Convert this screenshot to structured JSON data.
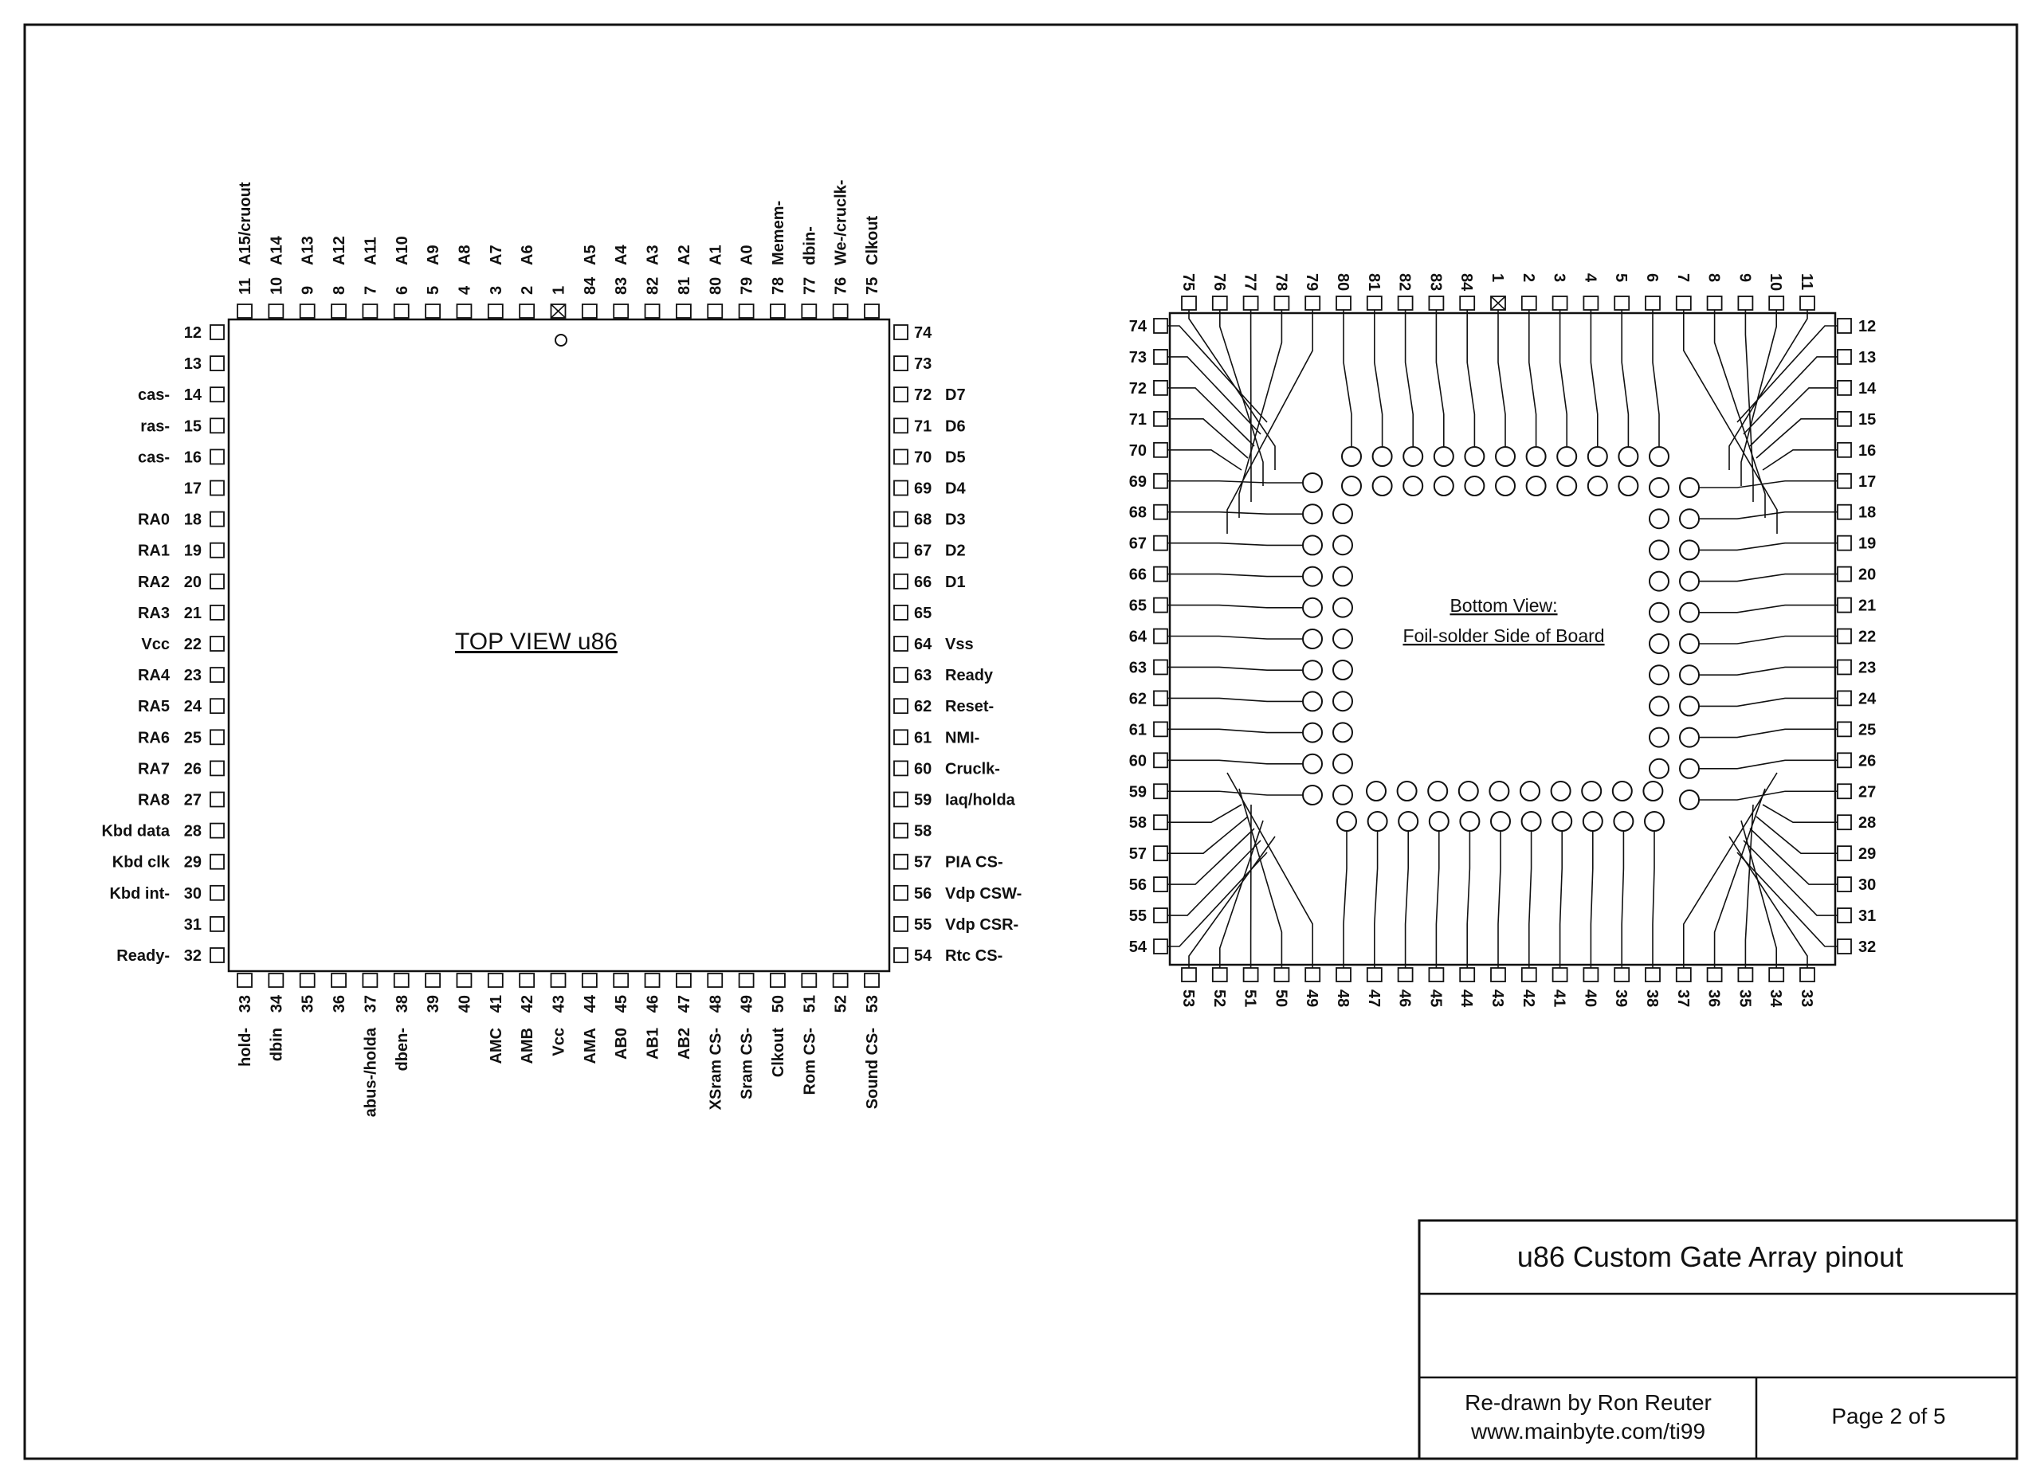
{
  "top_view": {
    "title": "TOP VIEW u86",
    "top_pins": [
      {
        "n": "11",
        "s": "A15/cruout"
      },
      {
        "n": "10",
        "s": "A14"
      },
      {
        "n": "9",
        "s": "A13"
      },
      {
        "n": "8",
        "s": "A12"
      },
      {
        "n": "7",
        "s": "A11"
      },
      {
        "n": "6",
        "s": "A10"
      },
      {
        "n": "5",
        "s": "A9"
      },
      {
        "n": "4",
        "s": "A8"
      },
      {
        "n": "3",
        "s": "A7"
      },
      {
        "n": "2",
        "s": "A6"
      },
      {
        "n": "1",
        "s": ""
      },
      {
        "n": "84",
        "s": "A5"
      },
      {
        "n": "83",
        "s": "A4"
      },
      {
        "n": "82",
        "s": "A3"
      },
      {
        "n": "81",
        "s": "A2"
      },
      {
        "n": "80",
        "s": "A1"
      },
      {
        "n": "79",
        "s": "A0"
      },
      {
        "n": "78",
        "s": "Memem-"
      },
      {
        "n": "77",
        "s": "dbin-"
      },
      {
        "n": "76",
        "s": "We-/cruclk-"
      },
      {
        "n": "75",
        "s": "Clkout"
      }
    ],
    "left_pins": [
      {
        "n": "12",
        "s": ""
      },
      {
        "n": "13",
        "s": ""
      },
      {
        "n": "14",
        "s": "cas-"
      },
      {
        "n": "15",
        "s": "ras-"
      },
      {
        "n": "16",
        "s": "cas-"
      },
      {
        "n": "17",
        "s": ""
      },
      {
        "n": "18",
        "s": "RA0"
      },
      {
        "n": "19",
        "s": "RA1"
      },
      {
        "n": "20",
        "s": "RA2"
      },
      {
        "n": "21",
        "s": "RA3"
      },
      {
        "n": "22",
        "s": "Vcc"
      },
      {
        "n": "23",
        "s": "RA4"
      },
      {
        "n": "24",
        "s": "RA5"
      },
      {
        "n": "25",
        "s": "RA6"
      },
      {
        "n": "26",
        "s": "RA7"
      },
      {
        "n": "27",
        "s": "RA8"
      },
      {
        "n": "28",
        "s": "Kbd  data"
      },
      {
        "n": "29",
        "s": "Kbd  clk"
      },
      {
        "n": "30",
        "s": "Kbd  int-"
      },
      {
        "n": "31",
        "s": ""
      },
      {
        "n": "32",
        "s": "Ready-"
      }
    ],
    "right_pins": [
      {
        "n": "74",
        "s": ""
      },
      {
        "n": "73",
        "s": ""
      },
      {
        "n": "72",
        "s": "D7"
      },
      {
        "n": "71",
        "s": "D6"
      },
      {
        "n": "70",
        "s": "D5"
      },
      {
        "n": "69",
        "s": "D4"
      },
      {
        "n": "68",
        "s": "D3"
      },
      {
        "n": "67",
        "s": "D2"
      },
      {
        "n": "66",
        "s": "D1"
      },
      {
        "n": "65",
        "s": ""
      },
      {
        "n": "64",
        "s": "Vss"
      },
      {
        "n": "63",
        "s": "Ready"
      },
      {
        "n": "62",
        "s": "Reset-"
      },
      {
        "n": "61",
        "s": "NMI-"
      },
      {
        "n": "60",
        "s": "Cruclk-"
      },
      {
        "n": "59",
        "s": "Iaq/holda"
      },
      {
        "n": "58",
        "s": ""
      },
      {
        "n": "57",
        "s": "PIA  CS-"
      },
      {
        "n": "56",
        "s": "Vdp  CSW-"
      },
      {
        "n": "55",
        "s": "Vdp  CSR-"
      },
      {
        "n": "54",
        "s": "Rtc  CS-"
      }
    ],
    "bottom_pins": [
      {
        "n": "33",
        "s": "hold-"
      },
      {
        "n": "34",
        "s": "dbin"
      },
      {
        "n": "35",
        "s": ""
      },
      {
        "n": "36",
        "s": ""
      },
      {
        "n": "37",
        "s": "abus-/holda"
      },
      {
        "n": "38",
        "s": "dben-"
      },
      {
        "n": "39",
        "s": ""
      },
      {
        "n": "40",
        "s": ""
      },
      {
        "n": "41",
        "s": "AMC"
      },
      {
        "n": "42",
        "s": "AMB"
      },
      {
        "n": "43",
        "s": "Vcc"
      },
      {
        "n": "44",
        "s": "AMA"
      },
      {
        "n": "45",
        "s": "AB0"
      },
      {
        "n": "46",
        "s": "AB1"
      },
      {
        "n": "47",
        "s": "AB2"
      },
      {
        "n": "48",
        "s": "XSram  CS-"
      },
      {
        "n": "49",
        "s": "Sram  CS-"
      },
      {
        "n": "50",
        "s": "Clkout"
      },
      {
        "n": "51",
        "s": "Rom  CS-"
      },
      {
        "n": "52",
        "s": ""
      },
      {
        "n": "53",
        "s": "Sound  CS-"
      }
    ]
  },
  "bottom_view": {
    "title_line1": "Bottom View:",
    "title_line2": "Foil-solder Side of Board",
    "top_pins": [
      "75",
      "76",
      "77",
      "78",
      "79",
      "80",
      "81",
      "82",
      "83",
      "84",
      "1",
      "2",
      "3",
      "4",
      "5",
      "6",
      "7",
      "8",
      "9",
      "10",
      "11"
    ],
    "left_pins": [
      "74",
      "73",
      "72",
      "71",
      "70",
      "69",
      "68",
      "67",
      "66",
      "65",
      "64",
      "63",
      "62",
      "61",
      "60",
      "59",
      "58",
      "57",
      "56",
      "55",
      "54"
    ],
    "right_pins": [
      "12",
      "13",
      "14",
      "15",
      "16",
      "17",
      "18",
      "19",
      "20",
      "21",
      "22",
      "23",
      "24",
      "25",
      "26",
      "27",
      "28",
      "29",
      "30",
      "31",
      "32"
    ],
    "bottom_pins": [
      "53",
      "52",
      "51",
      "50",
      "49",
      "48",
      "47",
      "46",
      "45",
      "44",
      "43",
      "42",
      "41",
      "40",
      "39",
      "38",
      "37",
      "36",
      "35",
      "34",
      "33"
    ]
  },
  "title_block": {
    "title": "u86 Custom Gate Array pinout",
    "credit_line1": "Re-drawn by Ron Reuter",
    "credit_line2": "www.mainbyte.com/ti99",
    "page": "Page 2 of 5"
  }
}
